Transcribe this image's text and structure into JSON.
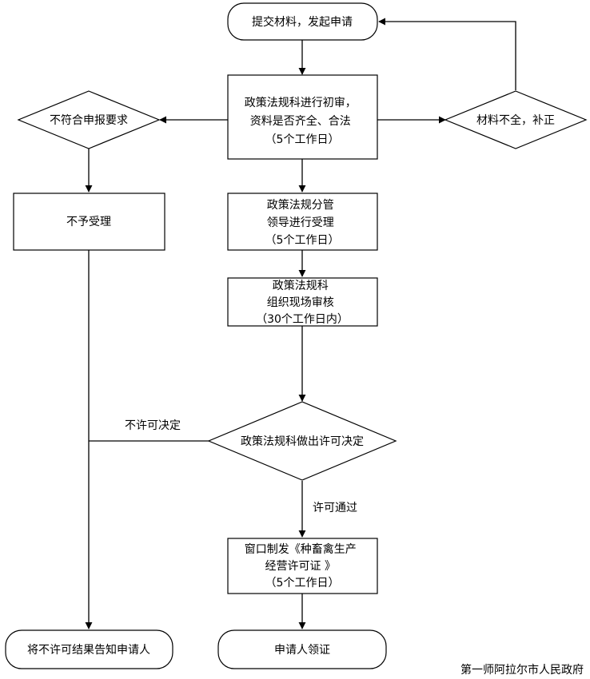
{
  "nodes": {
    "start": [
      "提交材料，发起申请"
    ],
    "initial_review": [
      "政策法规科进行初审，",
      "资料是否齐全、合法",
      "（5个工作日）"
    ],
    "not_compliant": [
      "不符合申报要求"
    ],
    "incomplete": [
      "材料不全，补正"
    ],
    "reject_accept": [
      "不予受理"
    ],
    "leader_accept": [
      "政策法规分管",
      "领导进行受理",
      "（5个工作日）"
    ],
    "site_review": [
      "政策法规科",
      "组织现场审核",
      "（30个工作日内）"
    ],
    "decision": [
      "政策法规科做出许可决定"
    ],
    "issue_cert": [
      "窗口制发《种畜禽生产",
      "经营许可证 》",
      "（5个工作日）"
    ],
    "notify_applicant": [
      "将不许可结果告知申请人"
    ],
    "collect_cert": [
      "申请人领证"
    ]
  },
  "edge_labels": {
    "no_permit": "不许可决定",
    "permit_pass": "许可通过"
  },
  "footer": "第一师阿拉尔市人民政府"
}
